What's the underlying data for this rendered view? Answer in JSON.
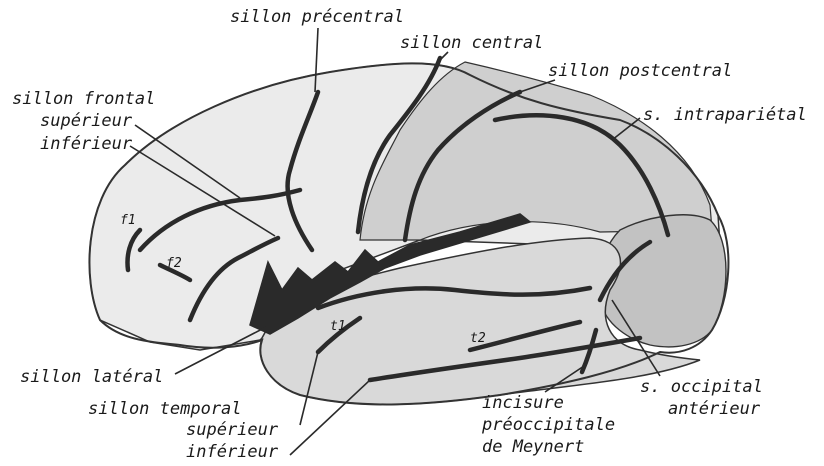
{
  "colors": {
    "frontal": "#ebebeb",
    "parietal": "#cfcfcf",
    "occipital": "#c2c2c2",
    "temporal": "#d9d9d9",
    "sulcus": "#2a2a2a",
    "outline": "#333333"
  },
  "labels": {
    "precentral": "sillon précentral",
    "central": "sillon central",
    "postcentral": "sillon postcentral",
    "intraparietal": "s. intrapariétal",
    "frontal_title": "sillon frontal",
    "frontal_sup": "supérieur",
    "frontal_inf": "inférieur",
    "f1": "f1",
    "f2": "f2",
    "t1": "t1",
    "t2": "t2",
    "lateral": "sillon latéral",
    "temporal_title": "sillon temporal",
    "temporal_sup": "supérieur",
    "temporal_inf": "inférieur",
    "occipital_1": "s. occipital",
    "occipital_2": "antérieur",
    "preocc_1": "incisure",
    "preocc_2": "préoccipitale",
    "preocc_3": "de Meynert"
  }
}
